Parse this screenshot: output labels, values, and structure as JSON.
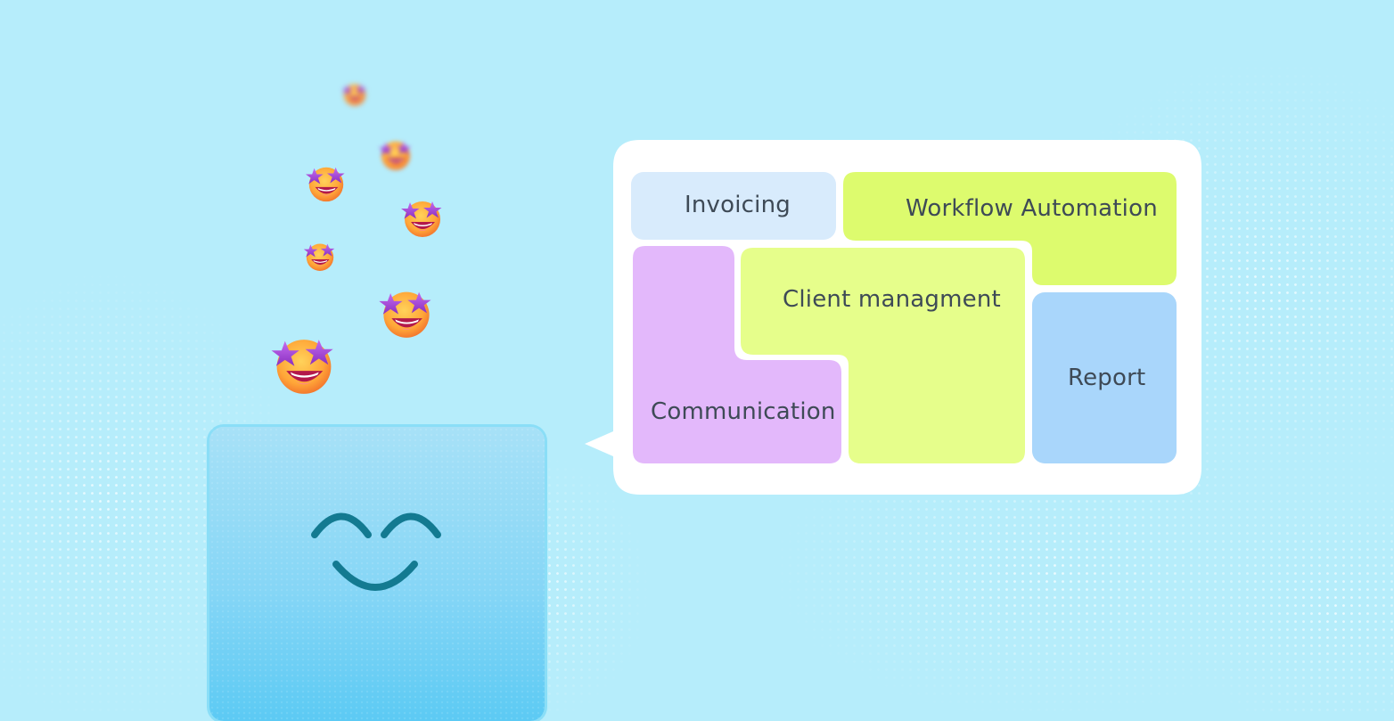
{
  "features": {
    "invoicing": "Invoicing",
    "workflow_automation": "Workflow Automation",
    "client_management": "Client managment",
    "communication": "Communication",
    "report": "Report"
  },
  "colors": {
    "background": "#b6edfb",
    "bubble": "#ffffff",
    "invoicing": "#d8ebfc",
    "workflow_automation": "#ddfb6e",
    "client_management": "#e6fe8b",
    "communication": "#e3b8fb",
    "report": "#a9d6fb",
    "text": "#3e4a56",
    "face_stroke": "#137a91"
  },
  "icons": {
    "emoji": "star-struck-emoji-icon",
    "face": "smiling-face-icon"
  }
}
